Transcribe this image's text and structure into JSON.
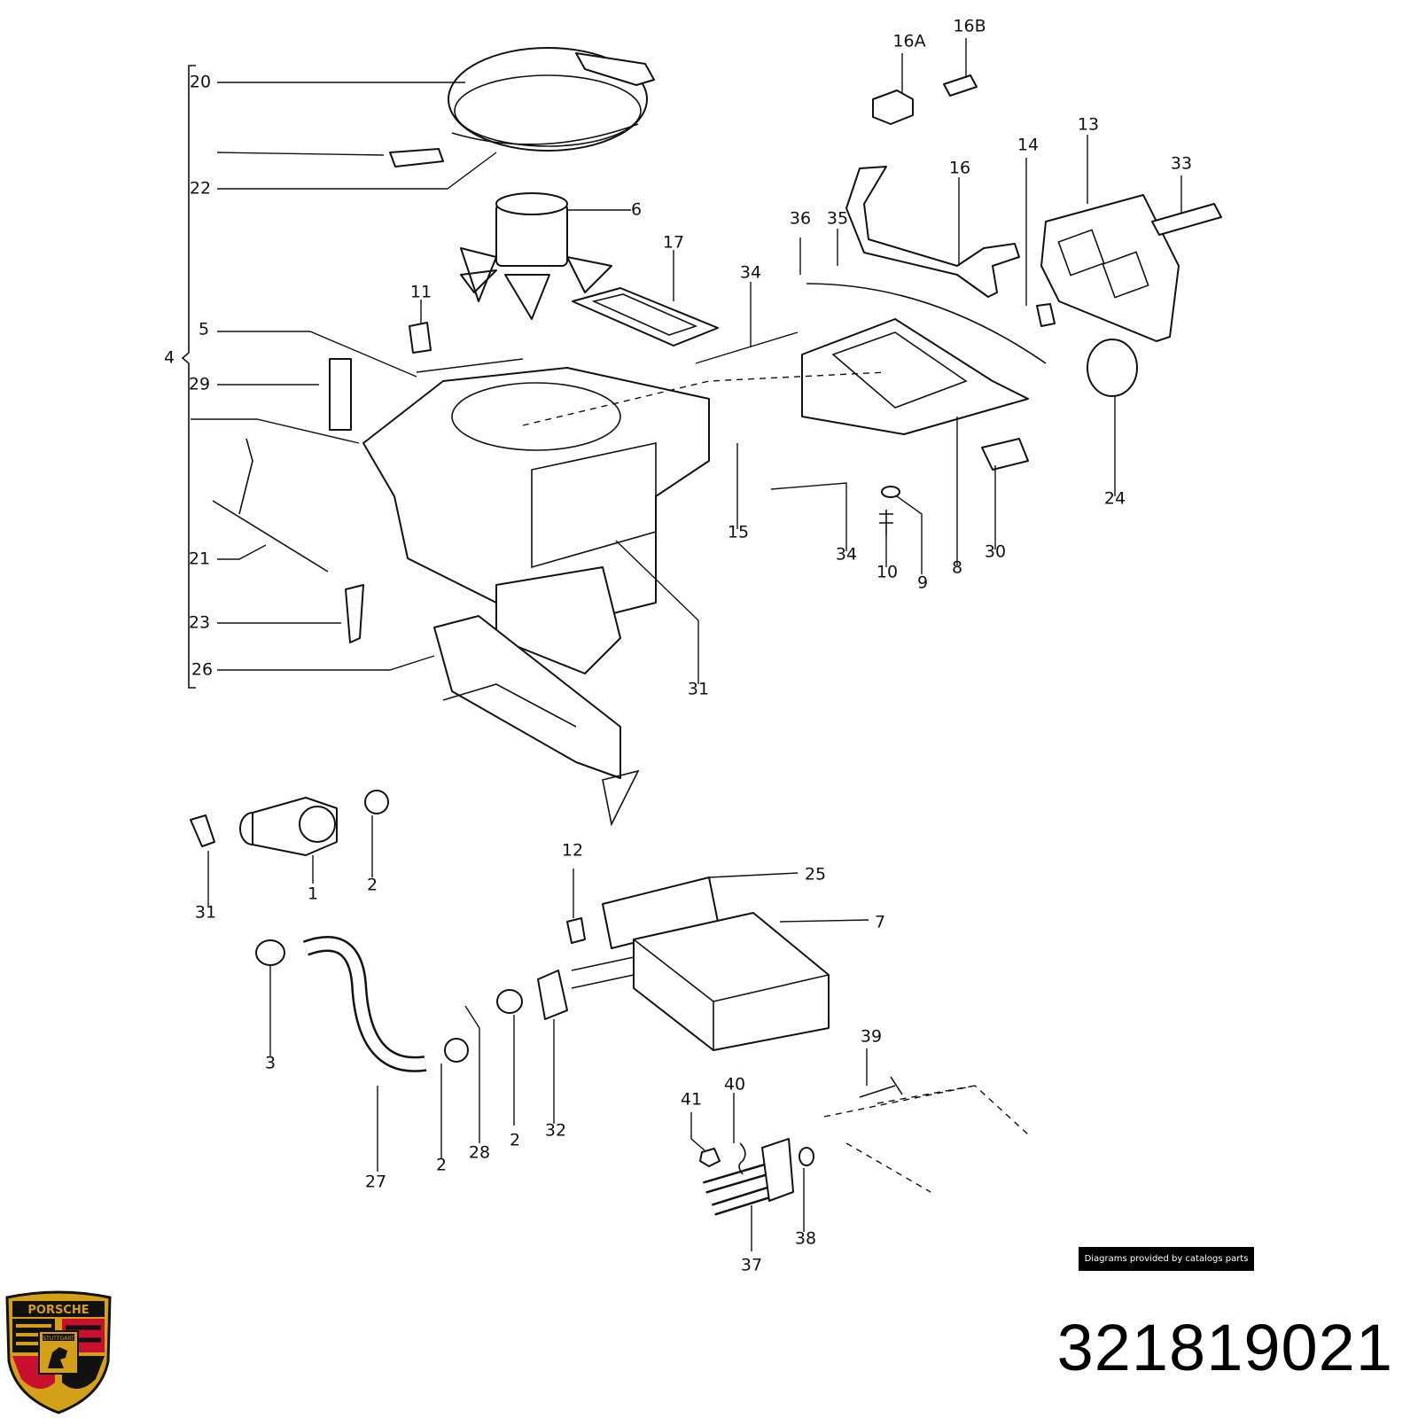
{
  "labels": [
    "20",
    "22",
    "4",
    "5",
    "29",
    "21",
    "23",
    "26",
    "11",
    "6",
    "17",
    "34",
    "36",
    "35",
    "16A",
    "16B",
    "16",
    "14",
    "13",
    "33",
    "24",
    "8",
    "30",
    "9",
    "10",
    "34",
    "15",
    "31",
    "31",
    "1",
    "2",
    "3",
    "27",
    "2",
    "28",
    "2",
    "32",
    "12",
    "25",
    "7",
    "39",
    "40",
    "41",
    "37",
    "38"
  ],
  "credit_text": "Diagrams provided by catalogs parts",
  "part_number": "321819021",
  "logo": {
    "brand_text": "PORSCHE",
    "city_text": "STUTTGART",
    "colors": {
      "red": "#c8102e",
      "gold": "#d4a017",
      "black": "#111111"
    }
  }
}
